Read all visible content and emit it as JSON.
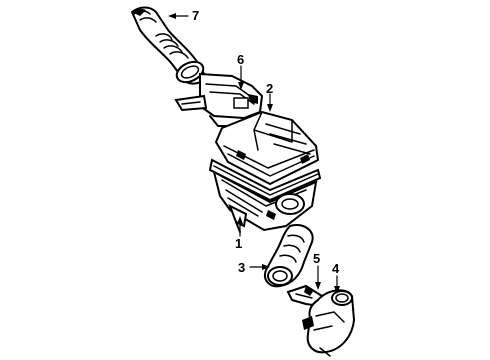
{
  "diagram": {
    "callouts": [
      {
        "id": "7",
        "label": "7"
      },
      {
        "id": "6",
        "label": "6"
      },
      {
        "id": "2",
        "label": "2"
      },
      {
        "id": "1",
        "label": "1"
      },
      {
        "id": "3",
        "label": "3"
      },
      {
        "id": "5",
        "label": "5"
      },
      {
        "id": "4",
        "label": "4"
      }
    ]
  }
}
